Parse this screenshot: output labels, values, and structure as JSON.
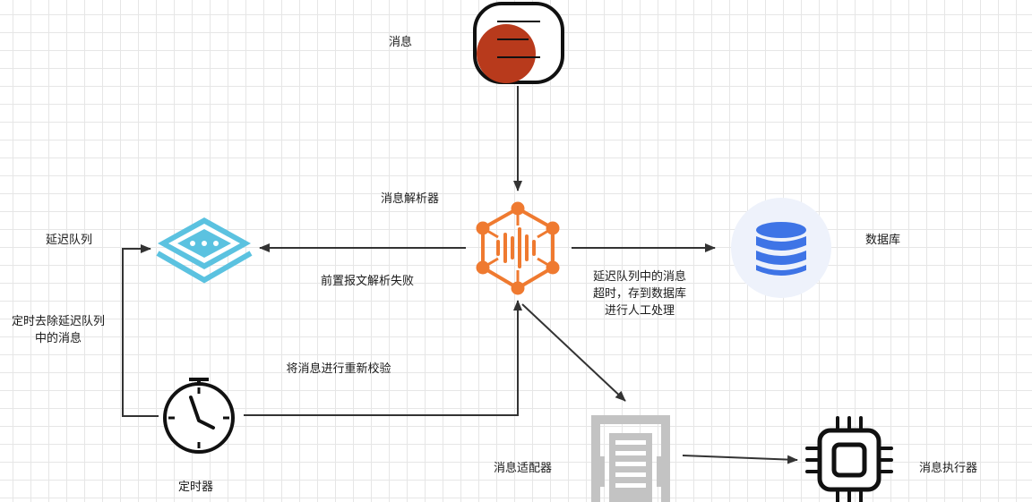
{
  "nodes": {
    "message": {
      "label": "消息",
      "icon": "message-document-icon"
    },
    "parser": {
      "label": "消息解析器",
      "icon": "hexagon-network-icon"
    },
    "delay_queue": {
      "label": "延迟队列",
      "icon": "queue-diamond-icon"
    },
    "database": {
      "label": "数据库",
      "icon": "database-icon"
    },
    "timer": {
      "label": "定时器",
      "icon": "stopwatch-icon"
    },
    "adapter": {
      "label": "消息适配器",
      "icon": "adapter-server-icon"
    },
    "executor": {
      "label": "消息执行器",
      "icon": "cpu-chip-icon"
    }
  },
  "edges": {
    "parse_fail": {
      "label": "前置报文解析失败"
    },
    "timeout_to_db": {
      "label": "延迟队列中的消息超时，存到数据库进行人工处理"
    },
    "timer_remove": {
      "label": "定时去除延迟队列中的消息"
    },
    "recheck": {
      "label": "将消息进行重新校验"
    }
  },
  "colors": {
    "message_circle": "#b83a1c",
    "parser_orange": "#ef7a30",
    "queue_blue": "#5bc2e0",
    "db_bg": "#eef2fb",
    "db_blue": "#3e74e6",
    "adapter_gray": "#c3c3c3",
    "stroke_dark": "#222222",
    "arrow": "#333333"
  }
}
